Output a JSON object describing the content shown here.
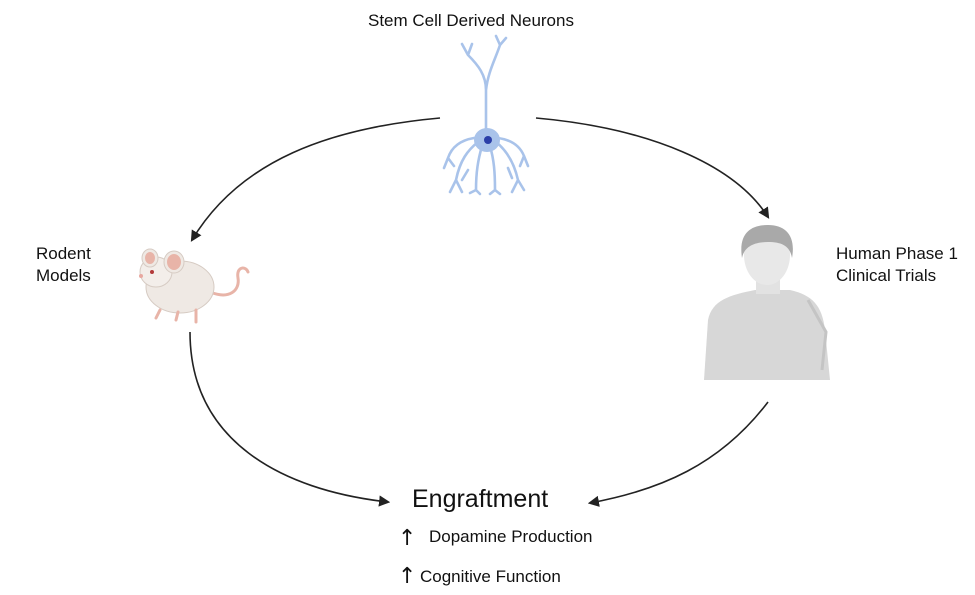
{
  "diagram": {
    "top_label": "Stem Cell Derived Neurons",
    "left_label_line1": "Rodent",
    "left_label_line2": "Models",
    "right_label_line1": "Human Phase 1",
    "right_label_line2": "Clinical Trials",
    "center_label": "Engraftment",
    "outcomes": [
      {
        "arrow": "↑",
        "text": "Dopamine Production"
      },
      {
        "arrow": "↑",
        "text": "Cognitive Function"
      }
    ]
  },
  "icons": [
    "neuron-icon",
    "mouse-icon",
    "person-icon"
  ],
  "colors": {
    "neuron": "#a9c3ea",
    "neuron_nucleus": "#2b3fa8",
    "mouse_body": "#efe9e4",
    "mouse_ear": "#e8b4a8",
    "person": "#d7d7d7",
    "arrow": "#222222"
  }
}
